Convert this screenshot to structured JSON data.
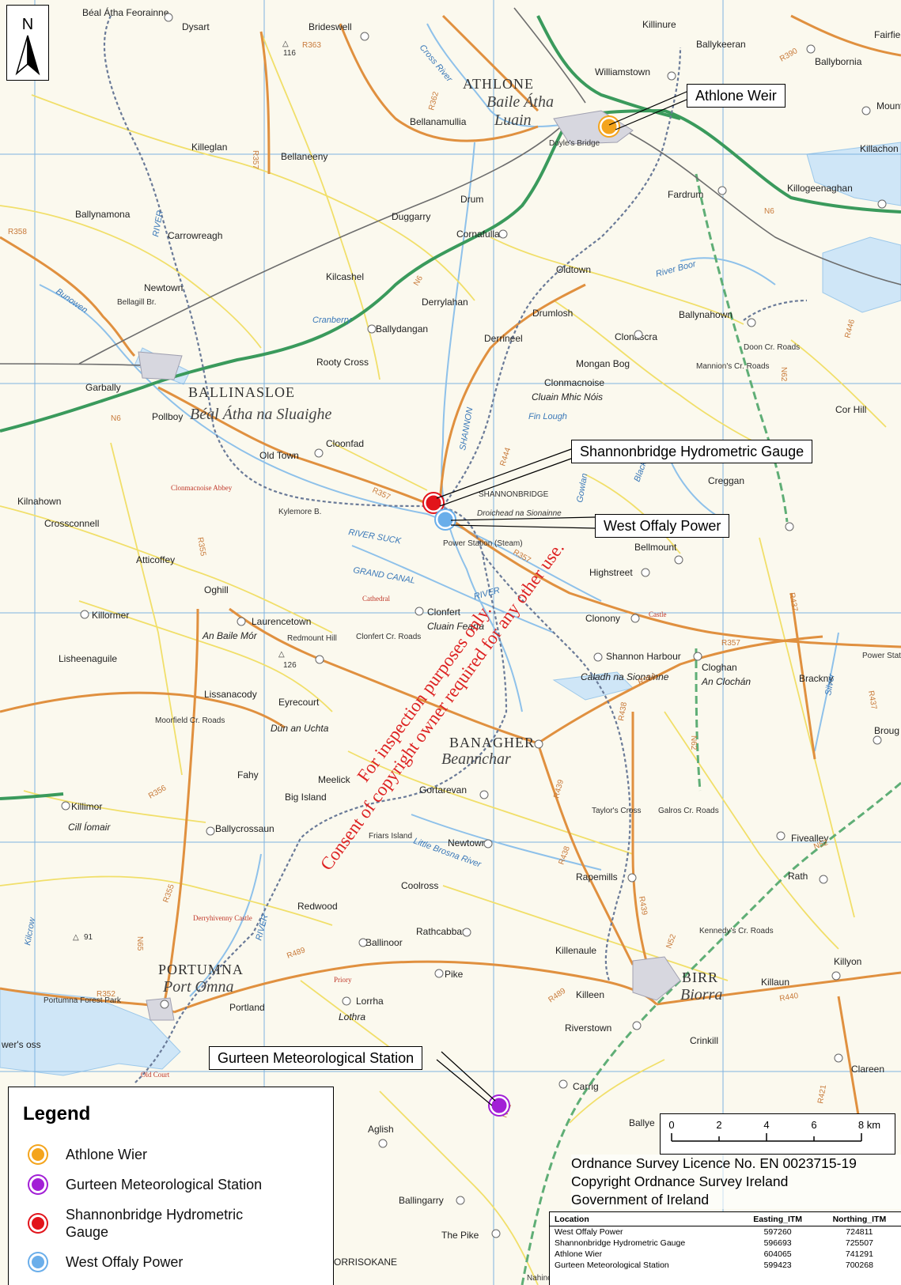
{
  "north_label": "N",
  "places": {
    "beal_atha_fearainne": "Béal Átha Feorainne",
    "dysart": "Dysart",
    "brideswell": "Brideswell",
    "athlone": "ATHLONE",
    "baile_atha_luain_1": "Baile Átha",
    "baile_atha_luain_2": "Luain",
    "killinure": "Killinure",
    "ballykeeran": "Ballykeeran",
    "williamstown": "Williamstown",
    "fairfield": "Fairfie",
    "ballybornia": "Ballybornia",
    "mount_temple": "Mount Temp",
    "killachon": "Killachon",
    "bellanamullia": "Bellanamullia",
    "doyles_bridge": "Doyle's Bridge",
    "killeglan": "Killeglan",
    "bellaneeny": "Bellaneeny",
    "drum": "Drum",
    "fardrum": "Fardrum",
    "killogeenaghan": "Killogeenaghan",
    "ballynamona": "Ballynamona",
    "duggarry": "Duggarry",
    "carrowreagh": "Carrowreagh",
    "cornafulla": "Cornafulla",
    "oldtown": "Oldtown",
    "kilcashel": "Kilcashel",
    "newtown_n": "Newtown",
    "derrylahan": "Derrylahan",
    "drumlosh": "Drumlosh",
    "ballynahown": "Ballynahown",
    "bellagill": "Bellagill Br.",
    "cranberry": "Cranberry",
    "ballydangan": "Ballydangan",
    "derrineel": "Derrineel",
    "clonascra": "Clonascra",
    "doon": "Doon Cr. Roads",
    "rooty_cross": "Rooty Cross",
    "mongan_bog": "Mongan Bog",
    "clonmacnoise": "Clonmacnoise",
    "cluain_mhic_nois": "Cluain Mhic Nóis",
    "mannions": "Mannion's Cr. Roads",
    "garbally": "Garbally",
    "ballinasloe": "BALLINASLOE",
    "beal_atha_na_sluaighe": "Béal Átha na Sluaighe",
    "pollboy": "Pollboy",
    "fin_lough": "Fin Lough",
    "cor_hill": "Cor Hill",
    "cloonfad": "Cloonfad",
    "old_town": "Old Town",
    "creggan": "Creggan",
    "shannonbridge": "SHANNONBRIDGE",
    "droichead": "Droichead na Sionainne",
    "kilnahown": "Kilnahown",
    "crossconnell": "Crossconnell",
    "kylemore": "Kylemore B.",
    "clonmacnoise_abbey": "Clonmacnoise Abbey",
    "power_station": "Power Station (Steam)",
    "bellmount": "Bellmount",
    "atticoffey": "Atticoffey",
    "highstreet": "Highstreet",
    "oghill": "Oghill",
    "cathedral": "Cathedral",
    "clonfert": "Clonfert",
    "cluain_fearta": "Cluain Fearta",
    "clonony": "Clonony",
    "castle": "Castle",
    "killormer": "Killormer",
    "laurencetown": "Laurencetown",
    "an_baile_mor": "An Baile Mór",
    "redmount_hill": "Redmount Hill",
    "clonfert_cr": "Clonfert Cr. Roads",
    "lisheenaguile": "Lisheenaguile",
    "shannon_harbour": "Shannon Harbour",
    "caladh_na_sionainne": "Caladh na Sionainne",
    "cloghan": "Cloghan",
    "an_clochan": "An Clochán",
    "brackny": "Brackny",
    "power_station_e": "Power Station (Steam)",
    "lissanacody": "Lissanacody",
    "eyrecourt": "Eyrecourt",
    "dun_an_uchta": "Dún an Uchta",
    "moorfield": "Moorfield Cr. Roads",
    "banagher": "BANAGHER",
    "beannchar": "Beannchar",
    "brough": "Broug",
    "fahy": "Fahy",
    "meelick": "Meelick",
    "big_island": "Big Island",
    "gortarevan": "Gortarevan",
    "taylors_cross": "Taylor's Cross",
    "galros": "Galros Cr. Roads",
    "killimor": "Killimor",
    "cill_iomair": "Cill Íomair",
    "ballycrossaun": "Ballycrossaun",
    "friars_island": "Friars Island",
    "newtown_s": "Newtown",
    "fivealley": "Fivealley",
    "coolross": "Coolross",
    "rapemills": "Rapemills",
    "rath": "Rath",
    "redwood": "Redwood",
    "derryhivenny": "Derryhivenny Castle",
    "rathcabban": "Rathcabban",
    "kennedys": "Kennedy's Cr. Roads",
    "ballinoor": "Ballinoor",
    "killenaule": "Killenaule",
    "killyon": "Killyon",
    "portumna": "PORTUMNA",
    "port_omna": "Port Omna",
    "pike": "Pike",
    "birr": "BIRR",
    "biorra": "Biorra",
    "killaun": "Killaun",
    "portumna_forest": "Portumna Forest Park",
    "portland": "Portland",
    "priory": "Priory",
    "lorrha": "Lorrha",
    "lothra": "Lothra",
    "killeen": "Killeen",
    "riverstown": "Riverstown",
    "crinkill": "Crinkill",
    "clareen": "Clareen",
    "carrig": "Carrig",
    "ballyegan": "Ballye",
    "aglish": "Aglish",
    "ballingarry": "Ballingarry",
    "the_pike": "The Pike",
    "corrisokane": "ORRISOKANE",
    "nahinch": "Nahinch",
    "old_court": "Old Court",
    "towers_boss": "wer's oss"
  },
  "roads": {
    "r363": "R363",
    "r362": "R362",
    "r357": "R357",
    "r358": "R358",
    "n6": "N6",
    "r444": "R444",
    "n62": "N62",
    "r355": "R355",
    "r356": "R356",
    "r437": "R437",
    "r438": "R438",
    "r439": "R439",
    "r489": "R489",
    "r352": "R352",
    "r440": "R440",
    "r421": "R421",
    "n52": "N52",
    "n65": "N65",
    "r390": "R390",
    "r446": "R446"
  },
  "water": {
    "cross_river": "Cross River",
    "river_shannon": "SHANNON",
    "river_suck": "RIVER SUCK",
    "grand_canal": "GRAND CANAL",
    "river": "RIVER",
    "bunowen": "Bunowen",
    "river_boor": "River Boor",
    "little_brosna": "Little Brosna River",
    "silver": "Silver",
    "blackwater": "Blackwater",
    "gowlan": "Gowlan",
    "kilcrow": "Kilcrow"
  },
  "spot_heights": {
    "h116": "116",
    "h126": "126",
    "h91": "91"
  },
  "callouts": {
    "athlone_weir": "Athlone Weir",
    "shannonbridge": "Shannonbridge Hydrometric Gauge",
    "west_offaly": "West Offaly Power",
    "gurteen": "Gurteen Meteorological Station"
  },
  "legend": {
    "title": "Legend",
    "items": [
      {
        "label": "Athlone Wier",
        "color": "#f4a41c"
      },
      {
        "label": "Gurteen Meteorological Station",
        "color": "#a21fd6"
      },
      {
        "label": "Shannonbridge Hydrometric Gauge",
        "color": "#e2141b"
      },
      {
        "label": "West Offaly Power",
        "color": "#6aaeea"
      }
    ]
  },
  "scale_bar": {
    "ticks": [
      "0",
      "2",
      "4",
      "6",
      "8 km"
    ]
  },
  "licence": {
    "line1": "Ordnance Survey Licence No. EN 0023715-19",
    "line2": "Copyright Ordnance Survey Ireland",
    "line3": "Government of Ireland"
  },
  "coord_table": {
    "headers": [
      "Location",
      "Easting_ITM",
      "Northing_ITM"
    ],
    "rows": [
      [
        "West Offaly Power",
        "597260",
        "724811"
      ],
      [
        "Shannonbridge Hydrometric Gauge",
        "596693",
        "725507"
      ],
      [
        "Athlone Wier",
        "604065",
        "741291"
      ],
      [
        "Gurteen Meteorological Station",
        "599423",
        "700268"
      ]
    ]
  },
  "watermark": {
    "line1": "For inspection purposes only.",
    "line2": "Consent of copyright owner required for any other use."
  },
  "colors": {
    "background": "#fbf9ee",
    "grid": "#7fb4e0",
    "national_road": "#3a9a5c",
    "regional_road": "#e0903f",
    "local_road": "#f1df6a",
    "boundary": "#6a7a98",
    "water": "#cfe6f7",
    "railway": "#6d6d6d"
  }
}
